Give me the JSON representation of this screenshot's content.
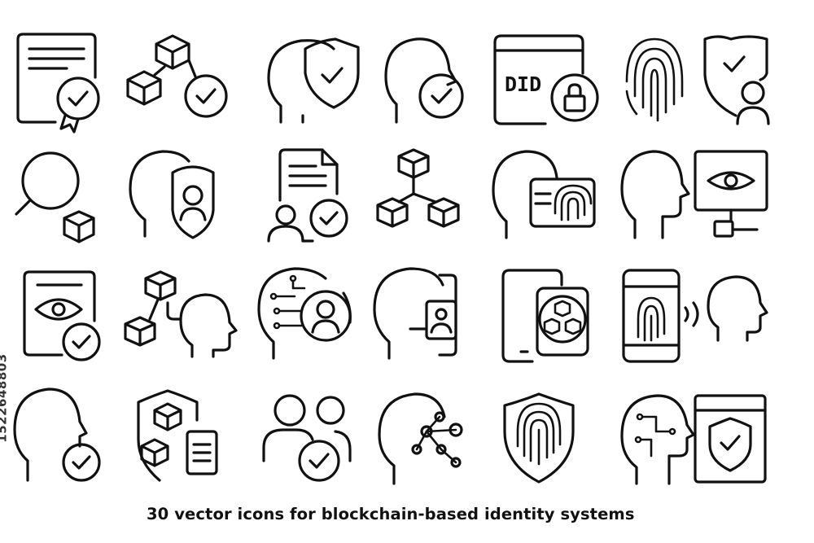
{
  "caption": "30 vector icons for blockchain-based identity systems",
  "stock_id": "1522648803",
  "did_label": "DID",
  "icons": [
    "certificate-check-icon",
    "blockchain-check-icon",
    "head-shield-icon",
    "head-check-icon",
    "did-lock-icon",
    "fingerprint-icon",
    "shield-user-icon",
    "search-block-icon",
    "head-profile-badge-icon",
    "document-user-check-icon",
    "blockchain-nodes-icon",
    "head-fingerprint-card-icon",
    "head-monitor-eye-icon",
    "document-eye-check-icon",
    "blocks-head-icon",
    "head-circuit-user-icon",
    "head-face-scan-icon",
    "phone-blockchain-icon",
    "phone-fingerprint-head-icon",
    "head-check-icon-2",
    "shield-blocks-document-icon",
    "users-check-icon",
    "head-network-icon",
    "shield-fingerprint-icon",
    "head-circuit-window-shield-icon"
  ],
  "colors": {
    "stroke": "#111111",
    "background": "#ffffff"
  }
}
